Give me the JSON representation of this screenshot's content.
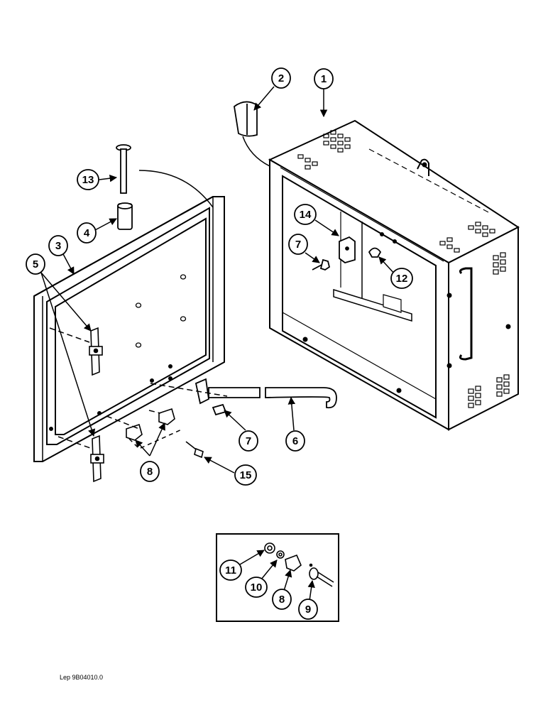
{
  "reference": "Lep 9B04010.0",
  "callouts": [
    "1",
    "2",
    "3",
    "4",
    "5",
    "6",
    "7",
    "8",
    "9",
    "10",
    "11",
    "12",
    "13",
    "14",
    "15"
  ]
}
